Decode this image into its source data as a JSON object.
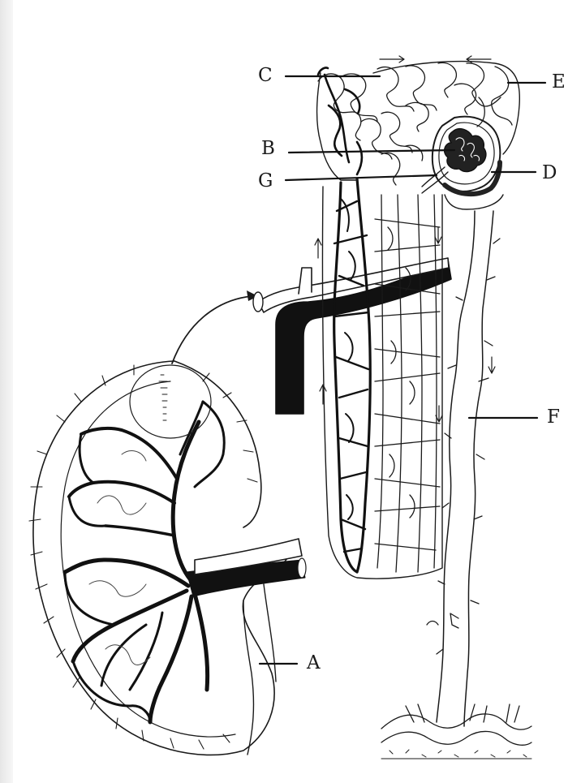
{
  "figure": {
    "labels": [
      {
        "id": "A",
        "text": "A"
      },
      {
        "id": "B",
        "text": "B"
      },
      {
        "id": "C",
        "text": "C"
      },
      {
        "id": "D",
        "text": "D"
      },
      {
        "id": "E",
        "text": "E"
      },
      {
        "id": "F",
        "text": "F"
      },
      {
        "id": "G",
        "text": "G"
      }
    ]
  },
  "colors": {
    "ink": "#1a1a1a",
    "vessel_dark": "#111111",
    "vessel_light": "#ffffff",
    "paper": "#ffffff"
  }
}
